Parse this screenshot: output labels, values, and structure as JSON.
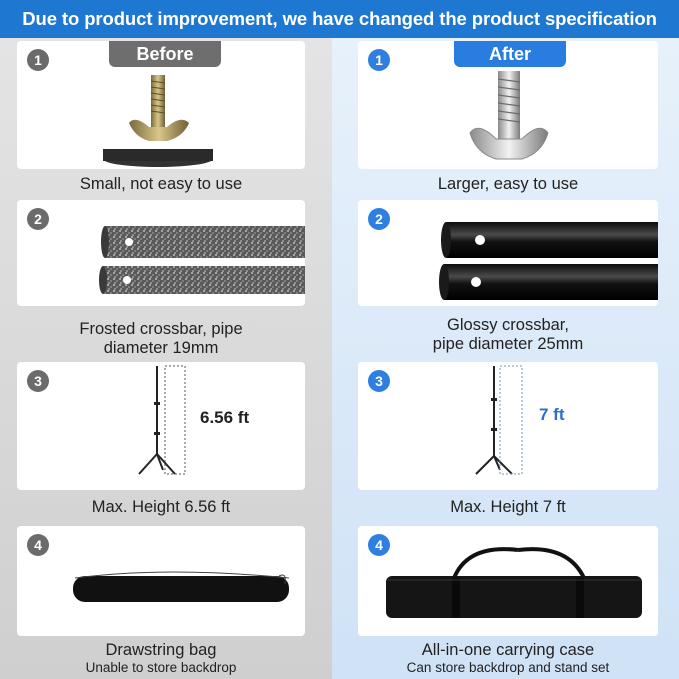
{
  "banner": "Due to product improvement, we have changed the product specification",
  "before": {
    "tab": "Before",
    "items": [
      {
        "number": "1",
        "caption": "Small, not easy to use"
      },
      {
        "number": "2",
        "caption_line1": "Frosted crossbar, pipe",
        "caption_line2": "diameter 19mm"
      },
      {
        "number": "3",
        "height": "6.56 ft",
        "caption": "Max. Height 6.56 ft"
      },
      {
        "number": "4",
        "caption": "Drawstring bag",
        "sub": "Unable to store backdrop"
      }
    ]
  },
  "after": {
    "tab": "After",
    "items": [
      {
        "number": "1",
        "caption": "Larger, easy to use"
      },
      {
        "number": "2",
        "caption_line1": "Glossy crossbar,",
        "caption_line2": "pipe diameter 25mm"
      },
      {
        "number": "3",
        "height": "7 ft",
        "caption": "Max. Height 7 ft"
      },
      {
        "number": "4",
        "caption": "All-in-one carrying case",
        "sub": "Can store backdrop and stand set"
      }
    ]
  },
  "colors": {
    "accent": "#1e78d2",
    "badge_grey": "#6b6b6b",
    "badge_blue": "#2f7fe0",
    "height_blue": "#2a6fc9"
  }
}
